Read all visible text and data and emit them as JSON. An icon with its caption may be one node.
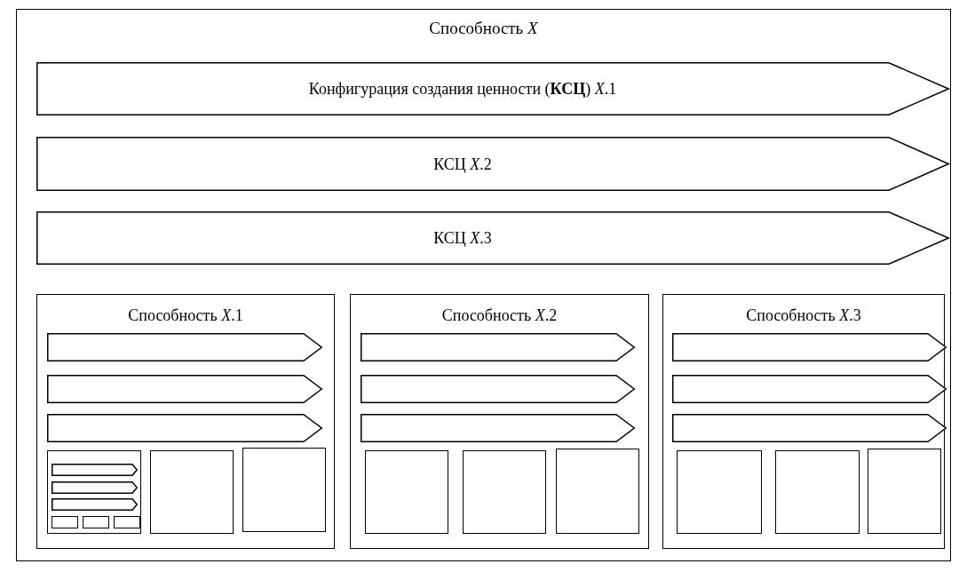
{
  "diagram": {
    "nodes": [
      {
        "text": [
          "Способность *X*"
        ]
      },
      {
        "text": [
          "Конфигурация создания ценности (**КСЦ**) *X*.1"
        ],
        "in": 0
      },
      {
        "text": [
          "КСЦ *X*.2"
        ],
        "in": 0
      },
      {
        "text": [
          "КСЦ *X*.3"
        ],
        "in": 0
      },
      {
        "text": [
          "Способность *X*.1"
        ],
        "in": 0
      },
      {
        "text": [],
        "shape": "chevron",
        "in": 4
      },
      {
        "text": [],
        "shape": "chevron",
        "in": 4
      },
      {
        "text": [],
        "shape": "chevron",
        "in": 4
      },
      {
        "text": [],
        "shape": "box",
        "in": 4
      },
      {
        "text": [],
        "shape": "chevron",
        "in": 8
      },
      {
        "text": [],
        "shape": "chevron",
        "in": 8
      },
      {
        "text": [],
        "shape": "chevron",
        "in": 8
      },
      {
        "text": [],
        "shape": "box",
        "in": 8
      },
      {
        "text": [],
        "shape": "box",
        "in": 8
      },
      {
        "text": [],
        "shape": "box",
        "in": 8
      },
      {
        "text": [],
        "shape": "box",
        "in": 4
      },
      {
        "text": [],
        "shape": "box",
        "in": 4
      },
      {
        "text": [
          "Способность *X*.2"
        ],
        "in": 0
      },
      {
        "text": [],
        "shape": "chevron",
        "in": 17
      },
      {
        "text": [],
        "shape": "chevron",
        "in": 17
      },
      {
        "text": [],
        "shape": "chevron",
        "in": 17
      },
      {
        "text": [],
        "shape": "box",
        "in": 17
      },
      {
        "text": [],
        "shape": "box",
        "in": 17
      },
      {
        "text": [],
        "shape": "box",
        "in": 17
      },
      {
        "text": [
          "Способность *X*.3"
        ],
        "in": 0
      },
      {
        "text": [],
        "shape": "chevron",
        "in": 24
      },
      {
        "text": [],
        "shape": "chevron",
        "in": 24
      },
      {
        "text": [],
        "shape": "chevron",
        "in": 24
      },
      {
        "text": [],
        "shape": "box",
        "in": 24
      },
      {
        "text": [],
        "shape": "box",
        "in": 24
      },
      {
        "text": [],
        "shape": "box",
        "in": 24
      }
    ]
  }
}
